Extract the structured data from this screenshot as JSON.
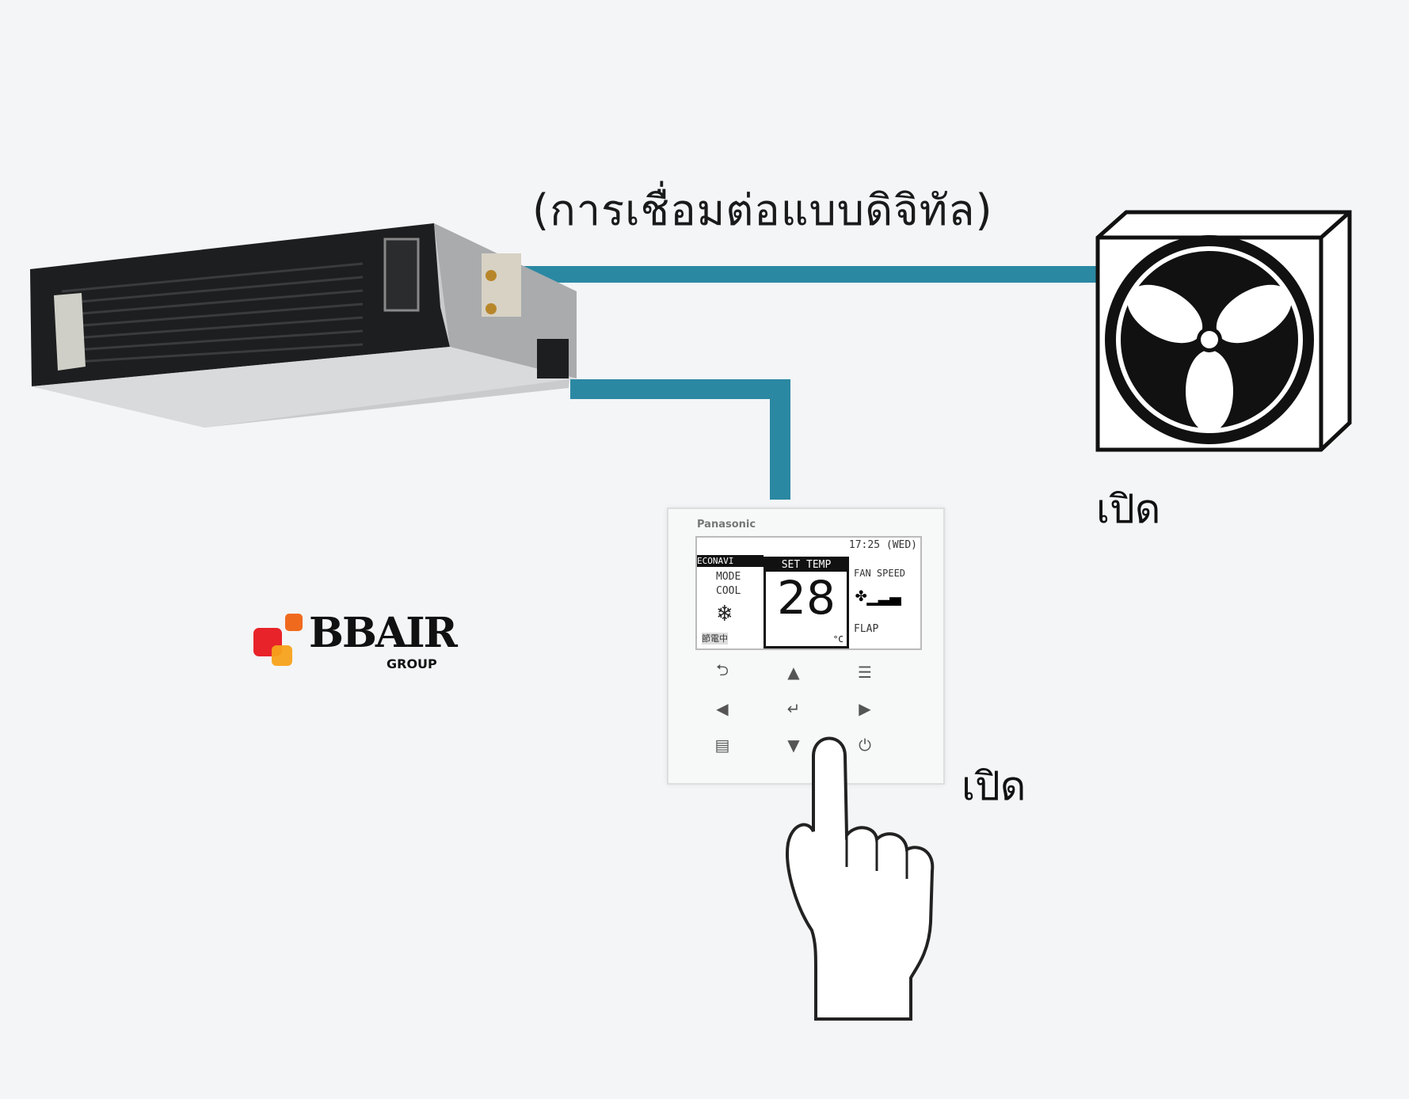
{
  "title": "(การเชื่อมต่อแบบดิจิทัล)",
  "fan_label": "เปิด",
  "remote_label": "เปิด",
  "colors": {
    "pipe": "#2b88a3",
    "background": "#f4f5f7"
  },
  "logo": {
    "name": "BBAIR",
    "sub": "GROUP"
  },
  "remote": {
    "brand": "Panasonic",
    "clock": "17:25 (WED)",
    "econavi": "ECONAVI",
    "mode_label": "MODE",
    "mode_value": "COOL",
    "set_temp_label": "SET TEMP",
    "temperature": "28",
    "unit": "°C",
    "fan_speed_label": "FAN SPEED",
    "flap_label": "FLAP",
    "status": "節電中"
  }
}
